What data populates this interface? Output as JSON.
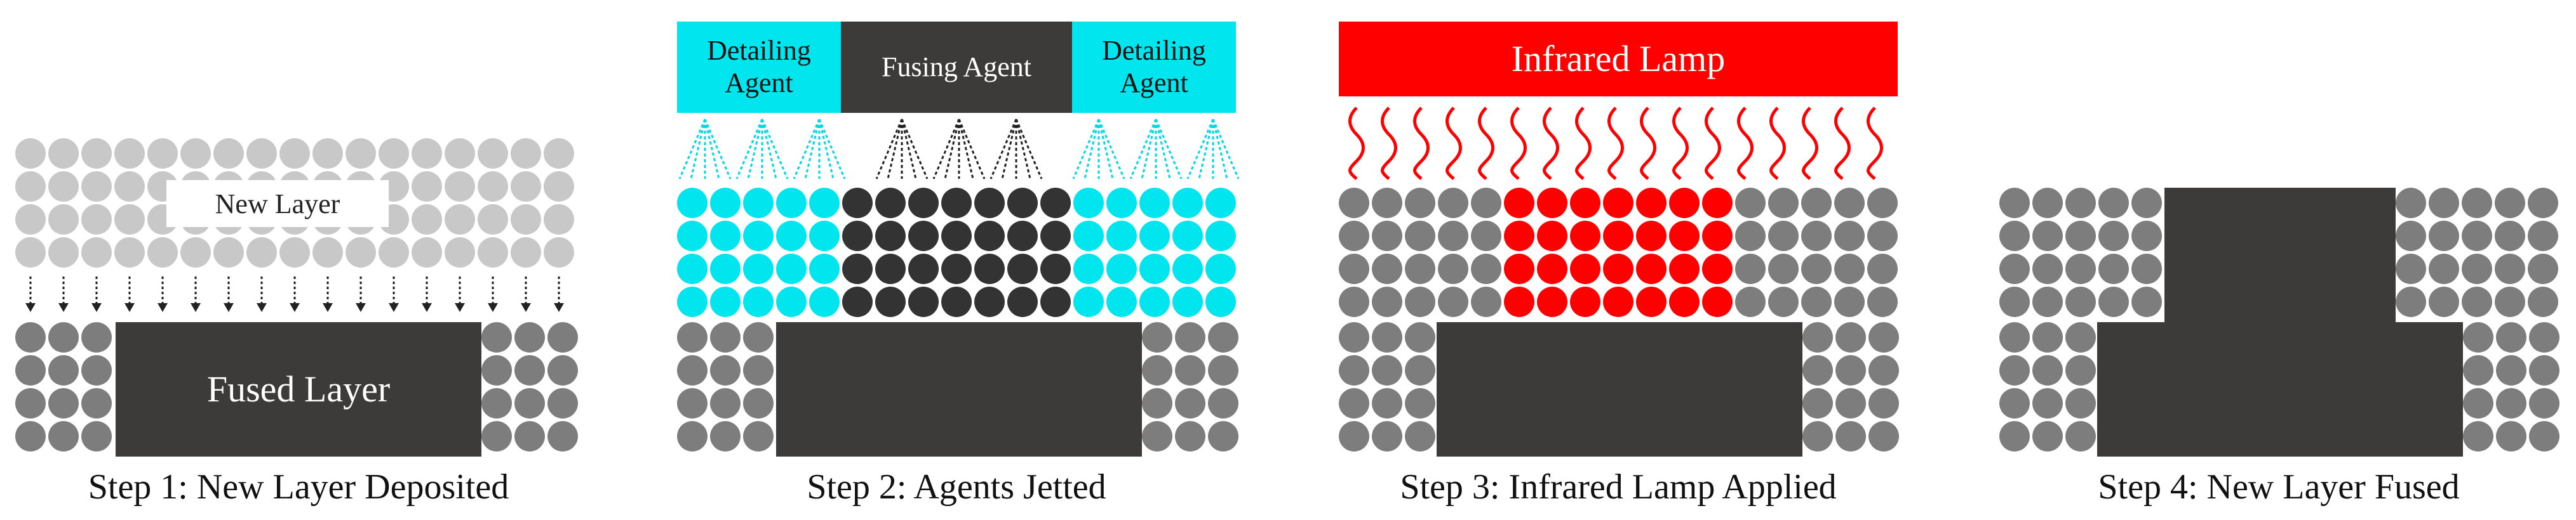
{
  "steps": [
    {
      "caption": "Step 1: New Layer Deposited",
      "new_layer_label": "New Layer",
      "fused_layer_label": "Fused Layer"
    },
    {
      "caption": "Step 2: Agents Jetted",
      "detailing_agent_left_label": "Detailing Agent",
      "fusing_agent_label": "Fusing Agent",
      "detailing_agent_right_label": "Detailing Agent"
    },
    {
      "caption": "Step 3: Infrared Lamp Applied",
      "lamp_label": "Infrared Lamp"
    },
    {
      "caption": "Step 4: New Layer Fused"
    }
  ],
  "colors": {
    "powder_loose": "#c8c8c8",
    "powder_base": "#7d7d7d",
    "fused": "#3d3a3a",
    "detailing_agent": "#00e5ee",
    "fusing_agent": "#333333",
    "infrared": "#ff0000",
    "text_dark": "#111111",
    "text_light": "#ffffff"
  },
  "icons": {
    "deposit_arrows": "dotted-down-arrow-icon",
    "agent_spray": "dotted-spray-cone-icon",
    "heat_waves": "wavy-heat-icon"
  }
}
